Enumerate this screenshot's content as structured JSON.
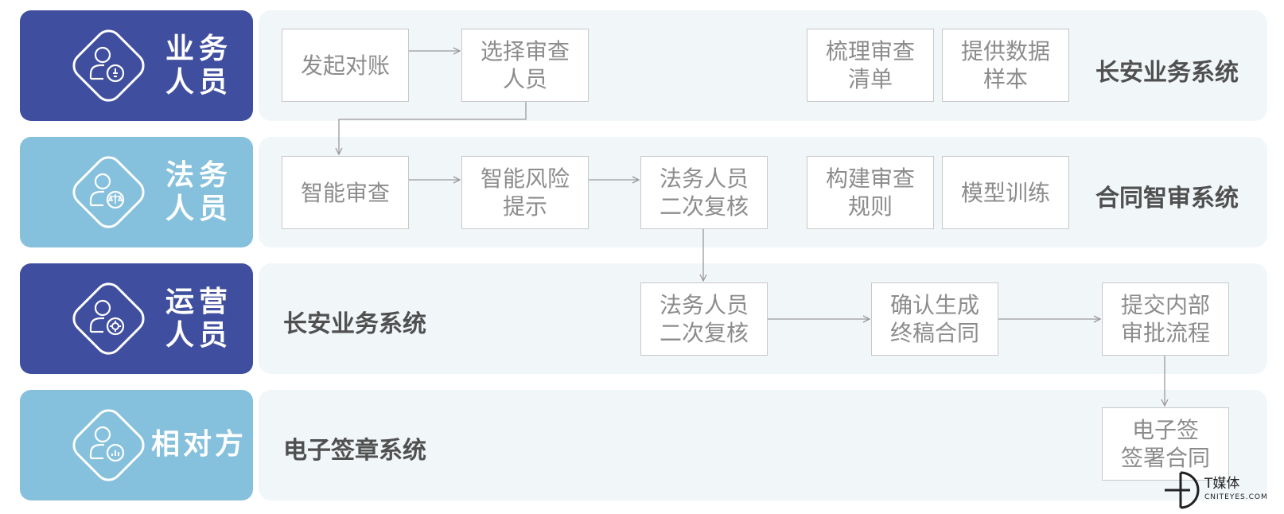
{
  "lanes": [
    {
      "role": "业务\n人员",
      "style": "dark",
      "icon": "user-lightbulb-icon",
      "system": "长安业务系统",
      "boxes": [
        "发起对账",
        "选择审查\n人员",
        "梳理审查\n清单",
        "提供数据\n样本"
      ]
    },
    {
      "role": "法务\n人员",
      "style": "light",
      "icon": "user-scales-icon",
      "system": "合同智审系统",
      "boxes": [
        "智能审查",
        "智能风险\n提示",
        "法务人员\n二次复核",
        "构建审查\n规则",
        "模型训练"
      ]
    },
    {
      "role": "运营\n人员",
      "style": "dark",
      "icon": "user-gear-icon",
      "system": "长安业务系统",
      "boxes": [
        "法务人员\n二次复核",
        "确认生成\n终稿合同",
        "提交内部\n审批流程"
      ]
    },
    {
      "role": "相对方",
      "style": "light",
      "icon": "user-chart-icon",
      "system": "电子签章系统",
      "boxes": [
        "电子签\n签署合同"
      ]
    }
  ],
  "brand": {
    "name": "T媒体",
    "subtitle": "CNITEYES.COM",
    "logo_icon": "t-media-logo-icon"
  },
  "colors": {
    "role_dark": "#3f4e9e",
    "role_light": "#85c0dc",
    "lane_background": "#f1f6f9",
    "box_text": "#8c8c8c",
    "arrow": "#9a9a9a"
  }
}
